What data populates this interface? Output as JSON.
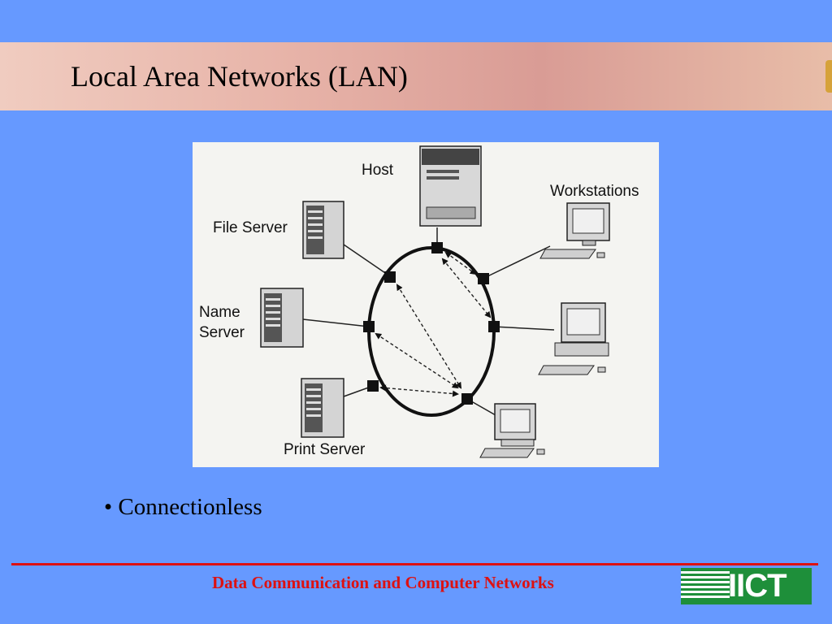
{
  "slide": {
    "title": "Local Area Networks (LAN)",
    "bullet": "• Connectionless",
    "footer": "Data Communication and Computer Networks",
    "logo_text": "IICT"
  },
  "diagram": {
    "labels": {
      "host": "Host",
      "workstations": "Workstations",
      "file_server": "File Server",
      "name_server_line1": "Name",
      "name_server_line2": "Server",
      "print_server": "Print Server"
    }
  },
  "colors": {
    "background": "#6699ff",
    "title_band": "#e3ada3",
    "footer_red": "#dd1111",
    "logo_green": "#1e8f3a"
  }
}
